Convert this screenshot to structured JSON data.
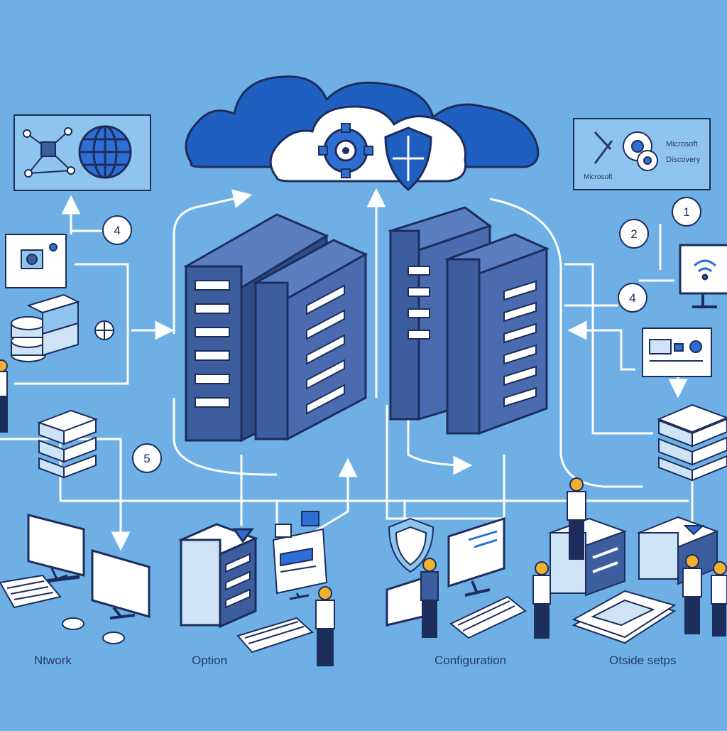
{
  "colors": {
    "background": "#6eb0e6",
    "cloud_blue": "#1f5fbf",
    "cloud_white": "#ffffff",
    "server_dark": "#3d5e9e",
    "server_light": "#5a7fc0",
    "line": "#ffffff",
    "outline": "#1d2d5c"
  },
  "cloud": {
    "icons": [
      "gear-icon",
      "shield-icon"
    ]
  },
  "top_right_panel": {
    "line1": "Microsoft",
    "line2": "Discovery",
    "line3": "Microsoft"
  },
  "badges": {
    "left_top": "4",
    "left_middle": "5",
    "right_1": "1",
    "right_2": "2",
    "right_4": "4"
  },
  "labels": {
    "network": "Ntwork",
    "option": "Option",
    "configuration": "Configuration",
    "outside_setups": "Otside setps"
  }
}
